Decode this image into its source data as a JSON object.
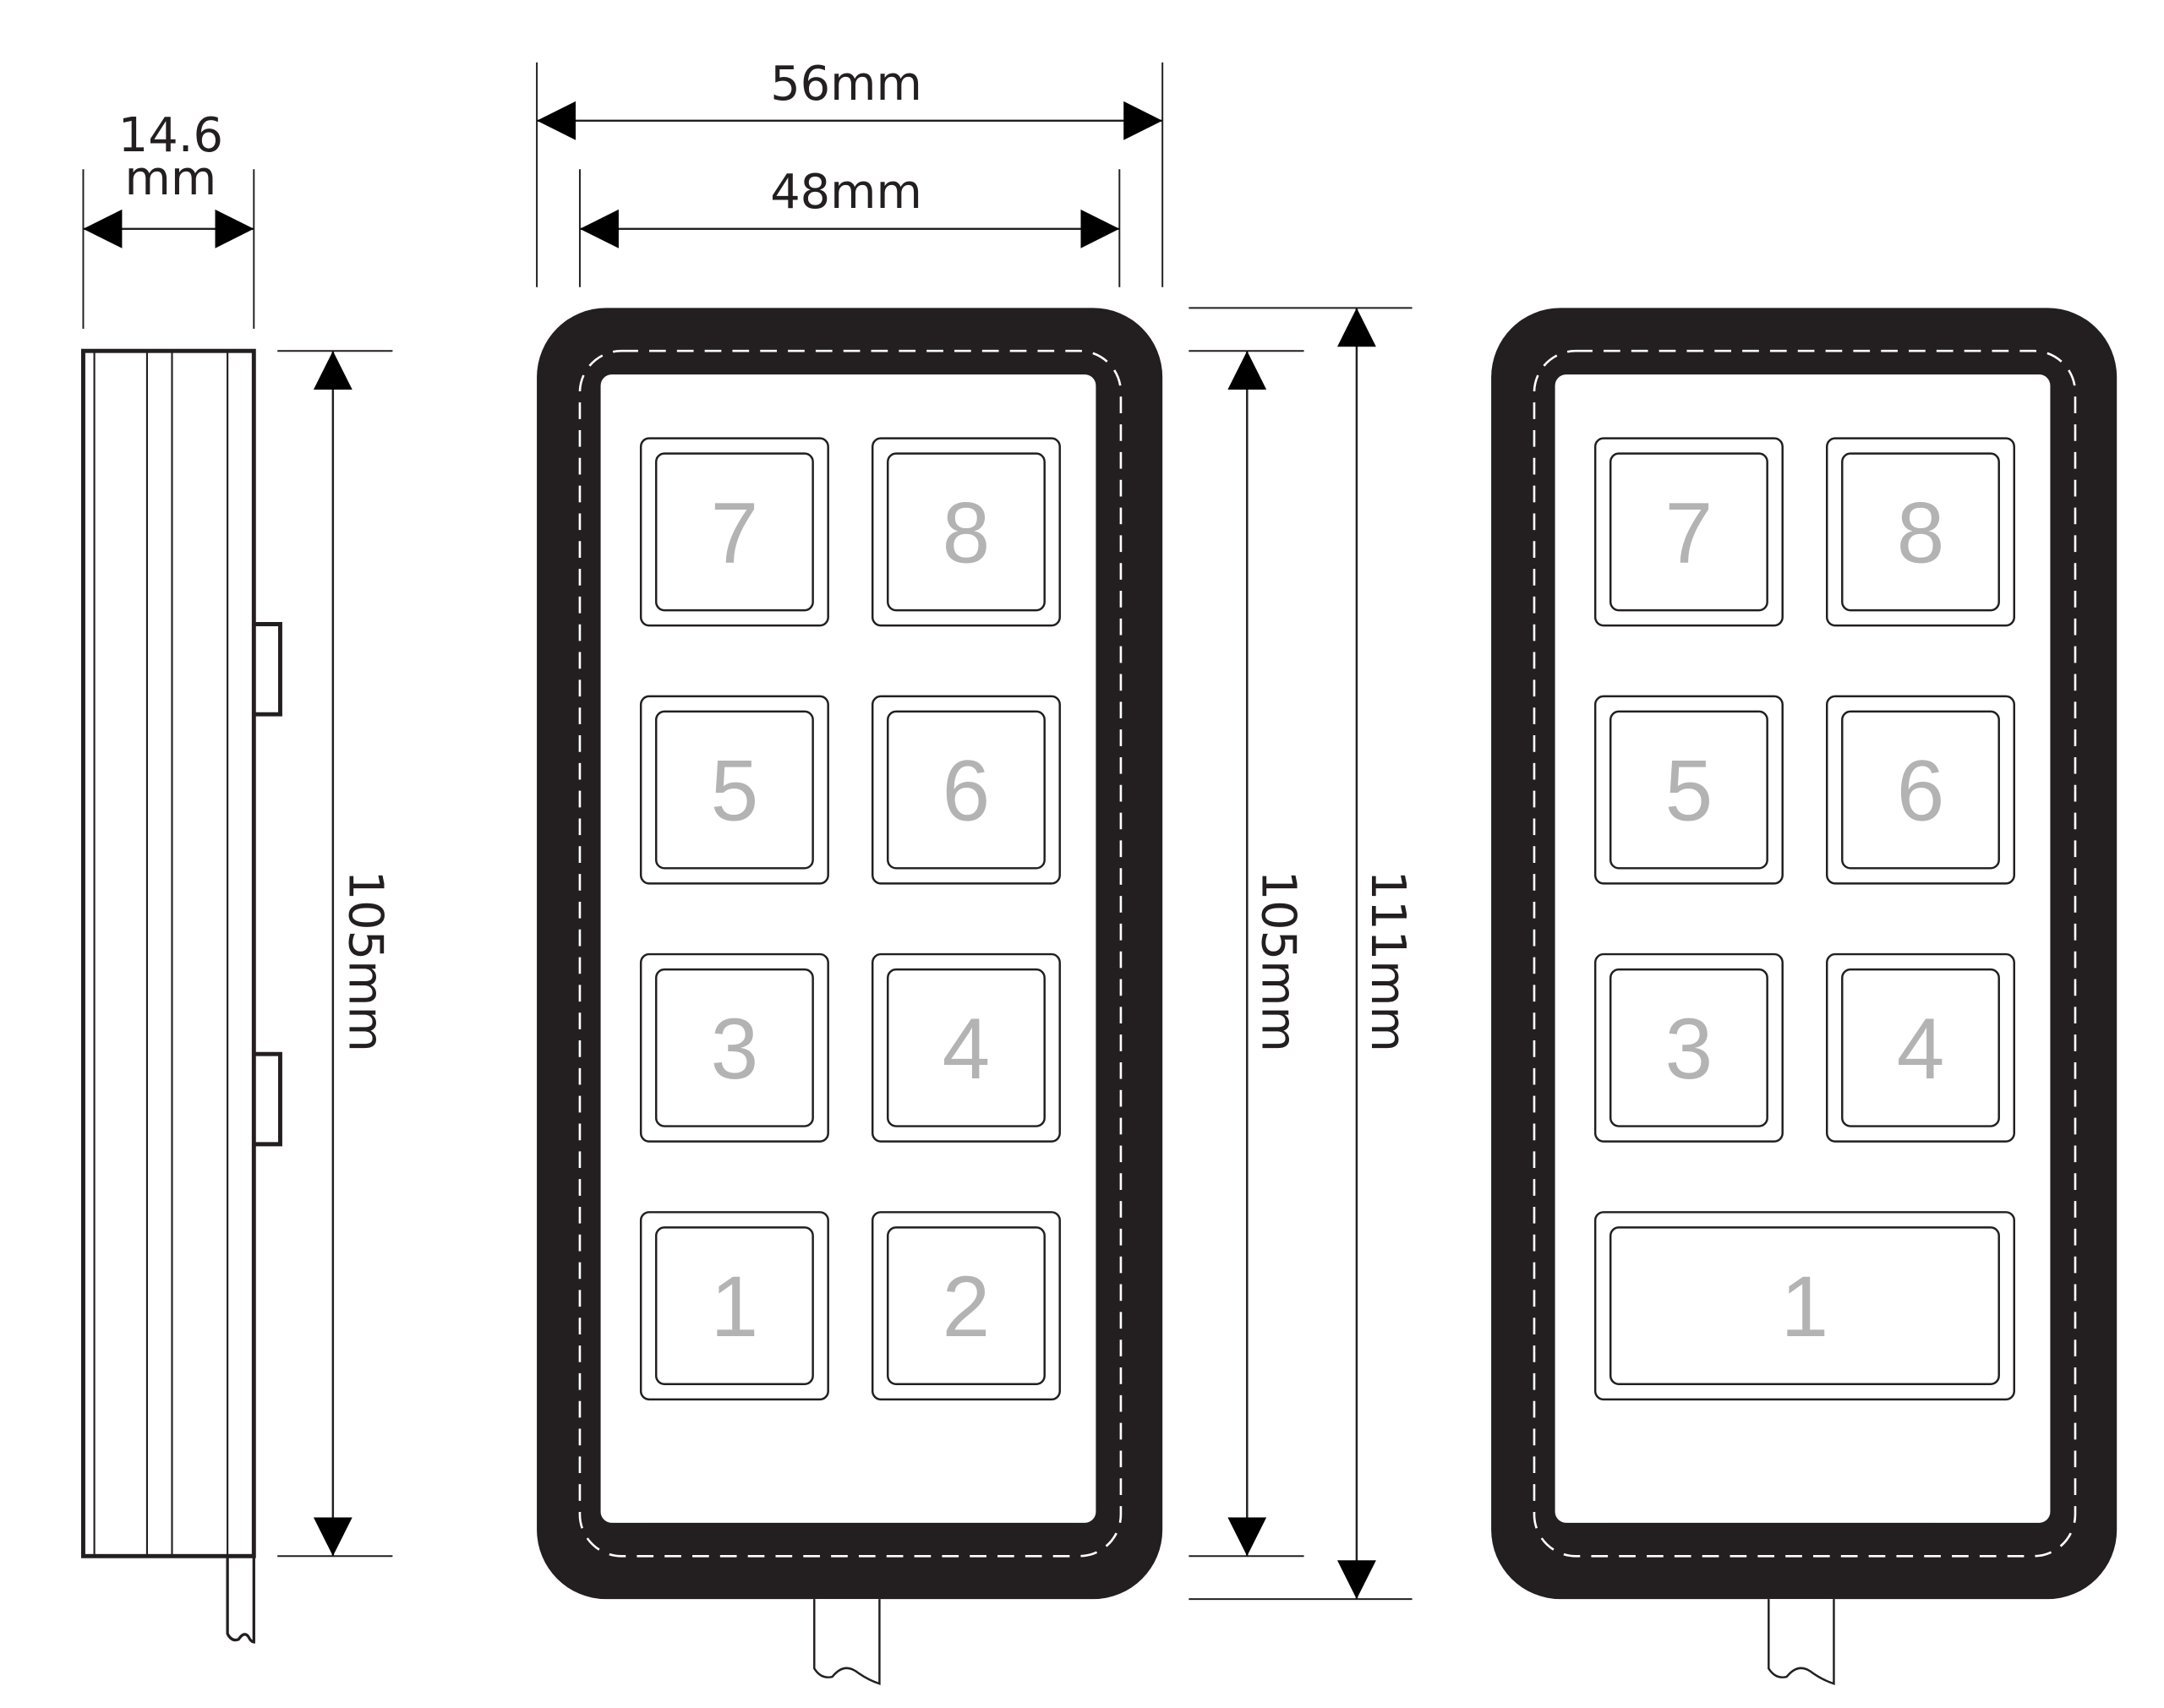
{
  "colors": {
    "ink": "#231f20",
    "key_label": "#b3b3b3",
    "background": "#ffffff"
  },
  "dimensions": {
    "side_depth_value": "14.6",
    "side_depth_unit": "mm",
    "side_height": "105mm",
    "outer_width": "56mm",
    "inner_width": "48mm",
    "front_inner_height": "105mm",
    "front_outer_height": "111mm"
  },
  "keypad_8": {
    "keys": [
      "7",
      "8",
      "5",
      "6",
      "3",
      "4",
      "1",
      "2"
    ]
  },
  "keypad_7": {
    "keys": [
      "7",
      "8",
      "5",
      "6",
      "3",
      "4",
      "1"
    ]
  }
}
